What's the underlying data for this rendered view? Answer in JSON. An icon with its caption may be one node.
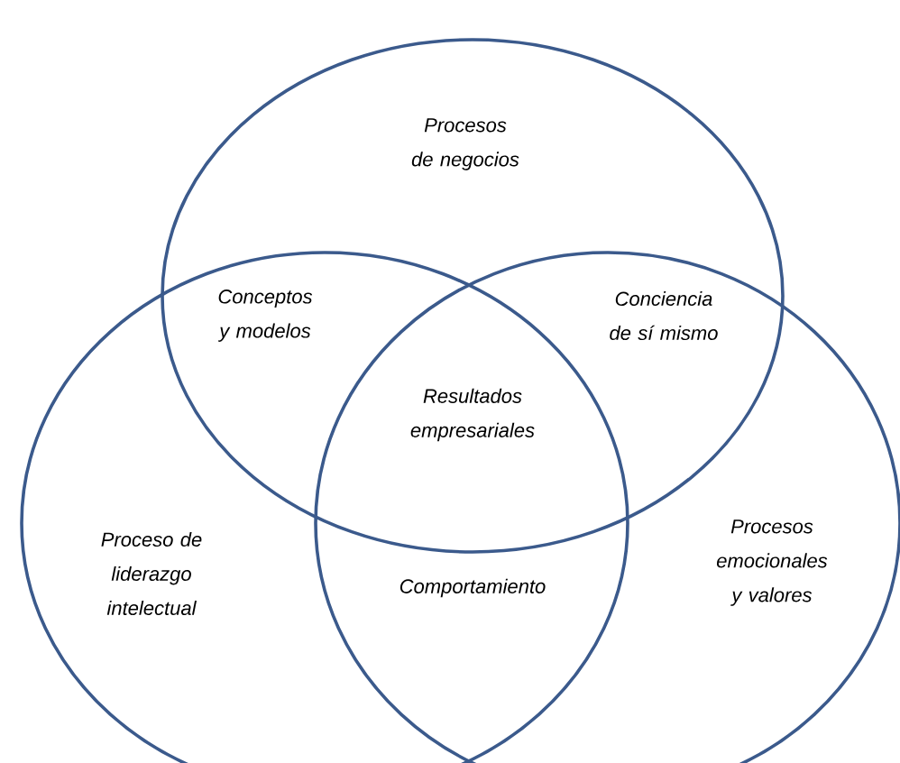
{
  "diagram": {
    "nodes": [
      {
        "text": [
          "Procesos de negocios"
        ]
      },
      {
        "text": [
          "Proceso de liderazgo intelectual"
        ]
      },
      {
        "text": [
          "Procesos emocionales y valores"
        ]
      }
    ],
    "labels": [
      "Conceptos y modelos",
      "Conciencia de sí mismo",
      "Resultados empresariales",
      "Comportamiento"
    ]
  }
}
